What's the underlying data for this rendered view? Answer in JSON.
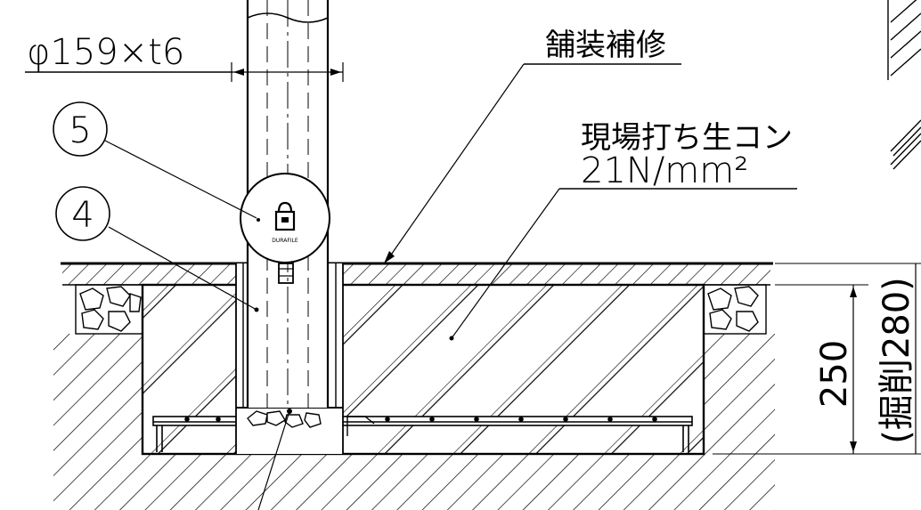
{
  "labels": {
    "pipe_spec": "φ159×t6",
    "pavement_repair": "舗装補修",
    "concrete_name": "現場打ち生コン",
    "concrete_strength": "21N/mm²",
    "callout_5": "5",
    "callout_4": "4",
    "depth": "250",
    "excavation": "(掘削280)",
    "nameplate": "DURAFILE"
  },
  "colors": {
    "line": "#000000",
    "background": "#ffffff"
  }
}
